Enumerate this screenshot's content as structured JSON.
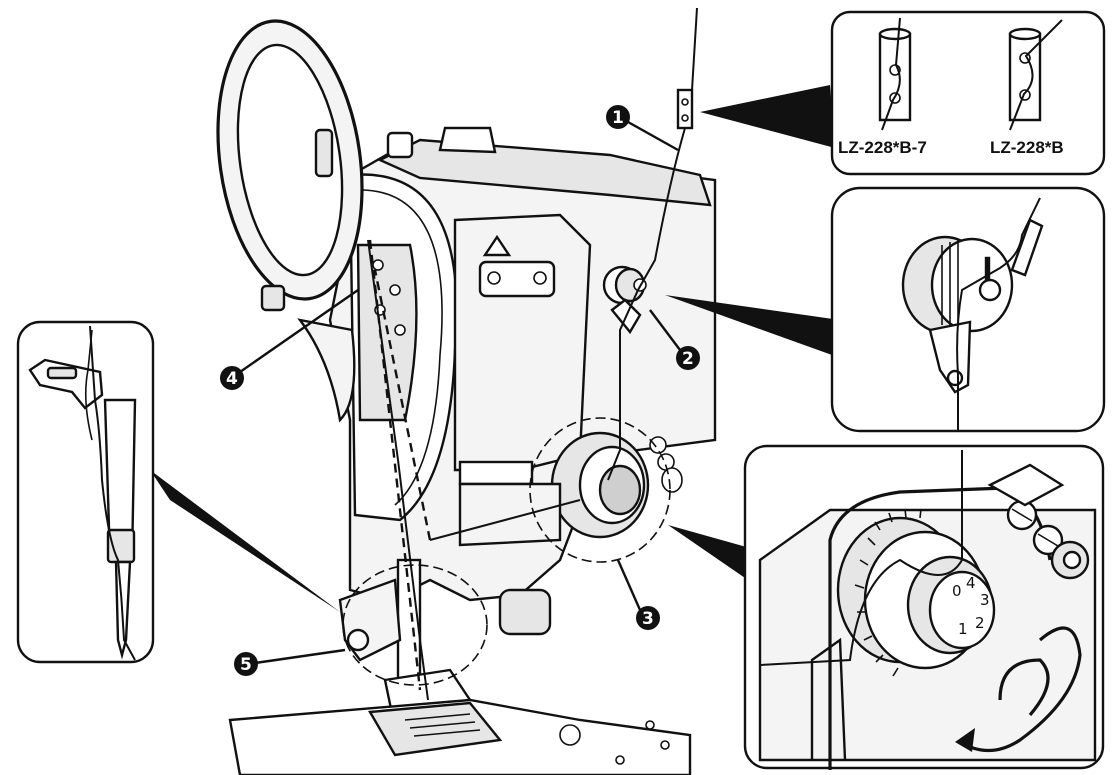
{
  "callouts": [
    {
      "id": "1",
      "symbol": "❶"
    },
    {
      "id": "2",
      "symbol": "❷"
    },
    {
      "id": "3",
      "symbol": "❸"
    },
    {
      "id": "4",
      "symbol": "❹"
    },
    {
      "id": "5",
      "symbol": "❺"
    }
  ],
  "detail_labels": {
    "left_model": "LZ-228*B-7",
    "right_model": "LZ-228*B"
  },
  "dial_digits": [
    "0",
    "1",
    "2",
    "3",
    "4"
  ],
  "colors": {
    "line": "#111111",
    "background": "#ffffff",
    "shade": "#e6e6e6"
  }
}
